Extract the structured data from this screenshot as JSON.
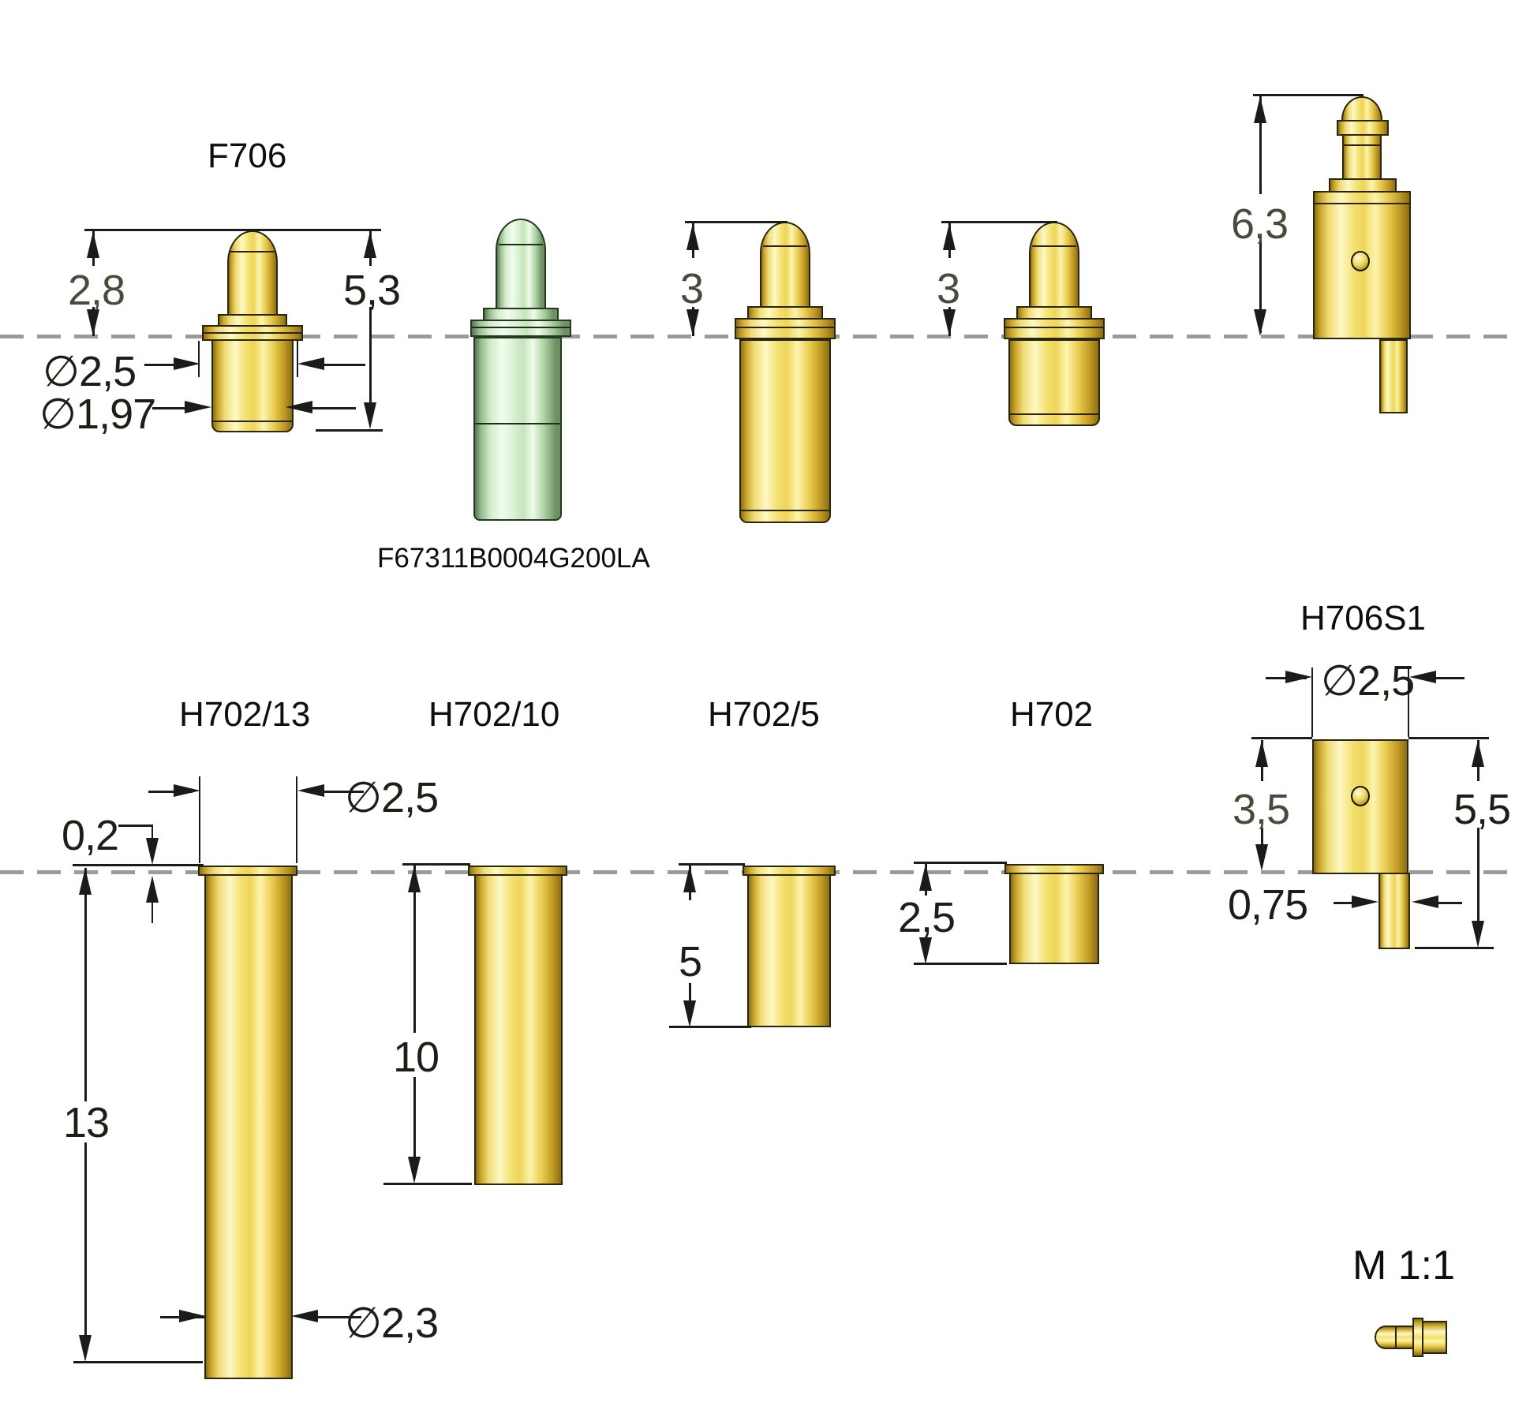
{
  "colors": {
    "gold_main": "#f4e06e",
    "gold_highlight": "#fdf8c6",
    "gold_dark": "#8a6d15",
    "green_main": "#d9f0d1",
    "outline": "#2a260a",
    "dimension_line": "#1b1b1b",
    "dimension_text": "#1d1e18",
    "dimension_text_olive": "#474b3b",
    "board_dashed_line": "#9b9b9b",
    "background": "#ffffff"
  },
  "parts": {
    "f706": {
      "name": "F706",
      "tip_height": "2,8",
      "total_height": "5,3",
      "flange_diameter": "∅2,5",
      "plunger_diameter": "∅1,97"
    },
    "green_probe": {
      "name": "F67311B0004G200LA"
    },
    "pin_medium": {
      "tip_height": "3"
    },
    "pin_short": {
      "tip_height": "3"
    },
    "pin_smt": {
      "height_above_board": "6,3"
    },
    "h702_13": {
      "name": "H702/13",
      "flange_thickness": "0,2",
      "flange_diameter": "∅2,5",
      "length": "13",
      "tube_diameter": "∅2,3"
    },
    "h702_10": {
      "name": "H702/10",
      "length": "10"
    },
    "h702_5": {
      "name": "H702/5",
      "length": "5"
    },
    "h702": {
      "name": "H702",
      "length": "2,5"
    },
    "h706s1": {
      "name": "H706S1",
      "diameter": "∅2,5",
      "height_above_board": "3,5",
      "total_height": "5,5",
      "tail_width": "0,75"
    },
    "scale_note": {
      "label": "M 1:1"
    }
  }
}
